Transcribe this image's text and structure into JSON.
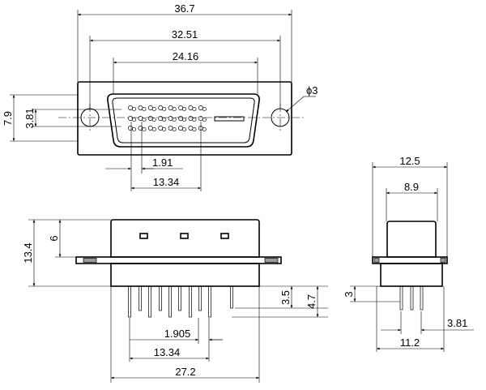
{
  "front_view": {
    "dims": {
      "overall_width": "36.7",
      "mounting_hole_spacing": "32.51",
      "shell_width": "24.16",
      "height_outer": "7.9",
      "height_shell": "3.81",
      "hole_diameter": "ϕ3",
      "pin_pitch": "1.91",
      "pin_span": "13.34"
    }
  },
  "side_view": {
    "dims": {
      "width_outer": "12.5",
      "width_shell": "8.9",
      "pin_length": "3",
      "pin_pitch": "3.81",
      "footprint_width": "11.2"
    }
  },
  "bottom_view": {
    "dims": {
      "total_height": "13.4",
      "shell_height": "6",
      "pin_length_short": "3.5",
      "pin_length_long": "4.7",
      "pin_pitch": "1.905",
      "pin_span": "13.34",
      "body_width": "27.2"
    }
  }
}
